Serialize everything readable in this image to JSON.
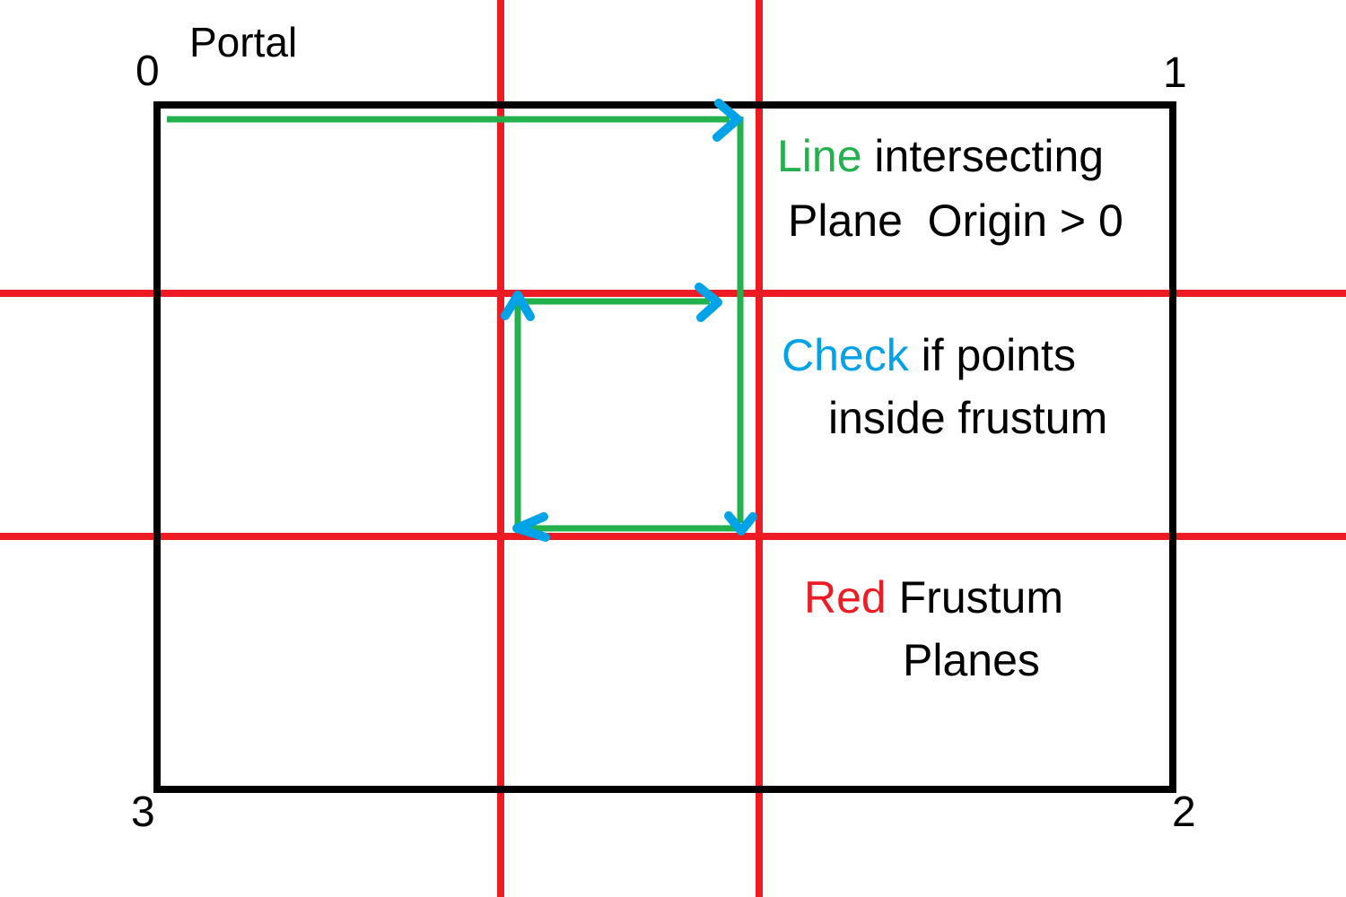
{
  "colors": {
    "green": "#22B14C",
    "red": "#ED1C24",
    "blue": "#00A2E8",
    "ink": "#000000"
  },
  "portal": {
    "title": "Portal",
    "corners": {
      "top_left": "0",
      "top_right": "1",
      "bottom_right": "2",
      "bottom_left": "3"
    }
  },
  "annotations": {
    "line_intersecting": {
      "colored_word": "Line",
      "rest": " intersecting",
      "line2": "Plane  Origin > 0"
    },
    "check_points": {
      "colored_word": "Check",
      "rest": " if points",
      "line2": "inside frustum"
    },
    "red_planes": {
      "colored_word": "Red",
      "rest": " Frustum",
      "line2": "Planes"
    }
  }
}
